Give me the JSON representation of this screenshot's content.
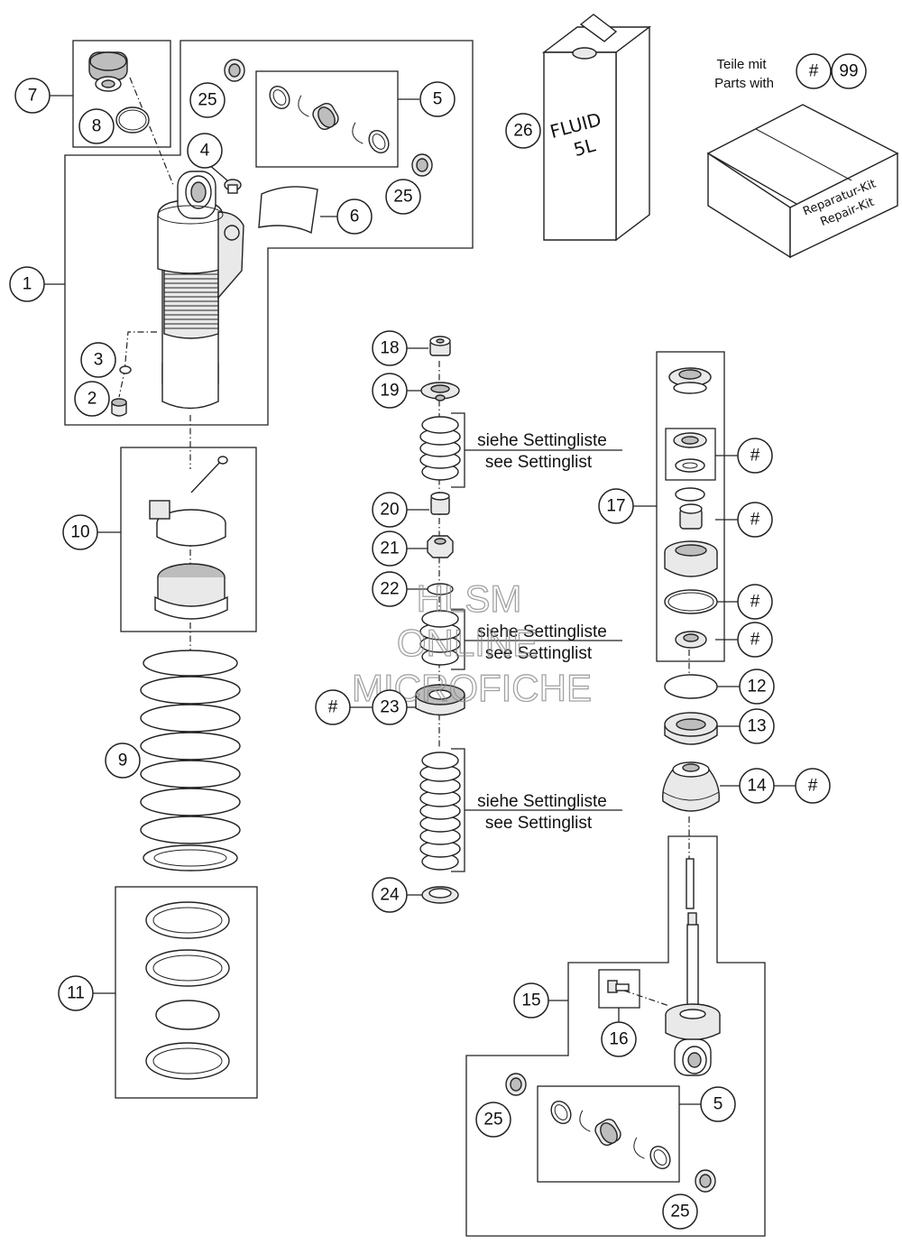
{
  "callouts": [
    {
      "id": "c1",
      "label": "1"
    },
    {
      "id": "c2",
      "label": "2"
    },
    {
      "id": "c3",
      "label": "3"
    },
    {
      "id": "c4",
      "label": "4"
    },
    {
      "id": "c5a",
      "label": "5"
    },
    {
      "id": "c5b",
      "label": "5"
    },
    {
      "id": "c6",
      "label": "6"
    },
    {
      "id": "c7",
      "label": "7"
    },
    {
      "id": "c8",
      "label": "8"
    },
    {
      "id": "c9",
      "label": "9"
    },
    {
      "id": "c10",
      "label": "10"
    },
    {
      "id": "c11",
      "label": "11"
    },
    {
      "id": "c12",
      "label": "12"
    },
    {
      "id": "c13",
      "label": "13"
    },
    {
      "id": "c14",
      "label": "14"
    },
    {
      "id": "c15",
      "label": "15"
    },
    {
      "id": "c16",
      "label": "16"
    },
    {
      "id": "c17",
      "label": "17"
    },
    {
      "id": "c18",
      "label": "18"
    },
    {
      "id": "c19",
      "label": "19"
    },
    {
      "id": "c20",
      "label": "20"
    },
    {
      "id": "c21",
      "label": "21"
    },
    {
      "id": "c22",
      "label": "22"
    },
    {
      "id": "c23",
      "label": "23"
    },
    {
      "id": "c24",
      "label": "24"
    },
    {
      "id": "c25a",
      "label": "25"
    },
    {
      "id": "c25b",
      "label": "25"
    },
    {
      "id": "c25c",
      "label": "25"
    },
    {
      "id": "c25d",
      "label": "25"
    },
    {
      "id": "c26",
      "label": "26"
    },
    {
      "id": "c99",
      "label": "99"
    }
  ],
  "hash_marks": [
    {
      "id": "h-legend",
      "label": "#"
    },
    {
      "id": "h17a",
      "label": "#"
    },
    {
      "id": "h17b",
      "label": "#"
    },
    {
      "id": "h17c",
      "label": "#"
    },
    {
      "id": "h17d",
      "label": "#"
    },
    {
      "id": "h14",
      "label": "#"
    },
    {
      "id": "h23",
      "label": "#"
    }
  ],
  "legend": {
    "line1": "Teile mit",
    "line2": "Parts with"
  },
  "fluid_can": {
    "line1": "FLUID",
    "line2": "5L"
  },
  "repair_box": {
    "line1": "Reparatur-Kit",
    "line2": "Repair-Kit"
  },
  "setting_notes": [
    {
      "de": "siehe Settingliste",
      "en": "see Settinglist"
    },
    {
      "de": "siehe Settingliste",
      "en": "see Settinglist"
    },
    {
      "de": "siehe Settingliste",
      "en": "see Settinglist"
    }
  ],
  "watermark": {
    "line1": "HLSM",
    "line2": "ONLINE",
    "line3": "MICROFICHE"
  }
}
